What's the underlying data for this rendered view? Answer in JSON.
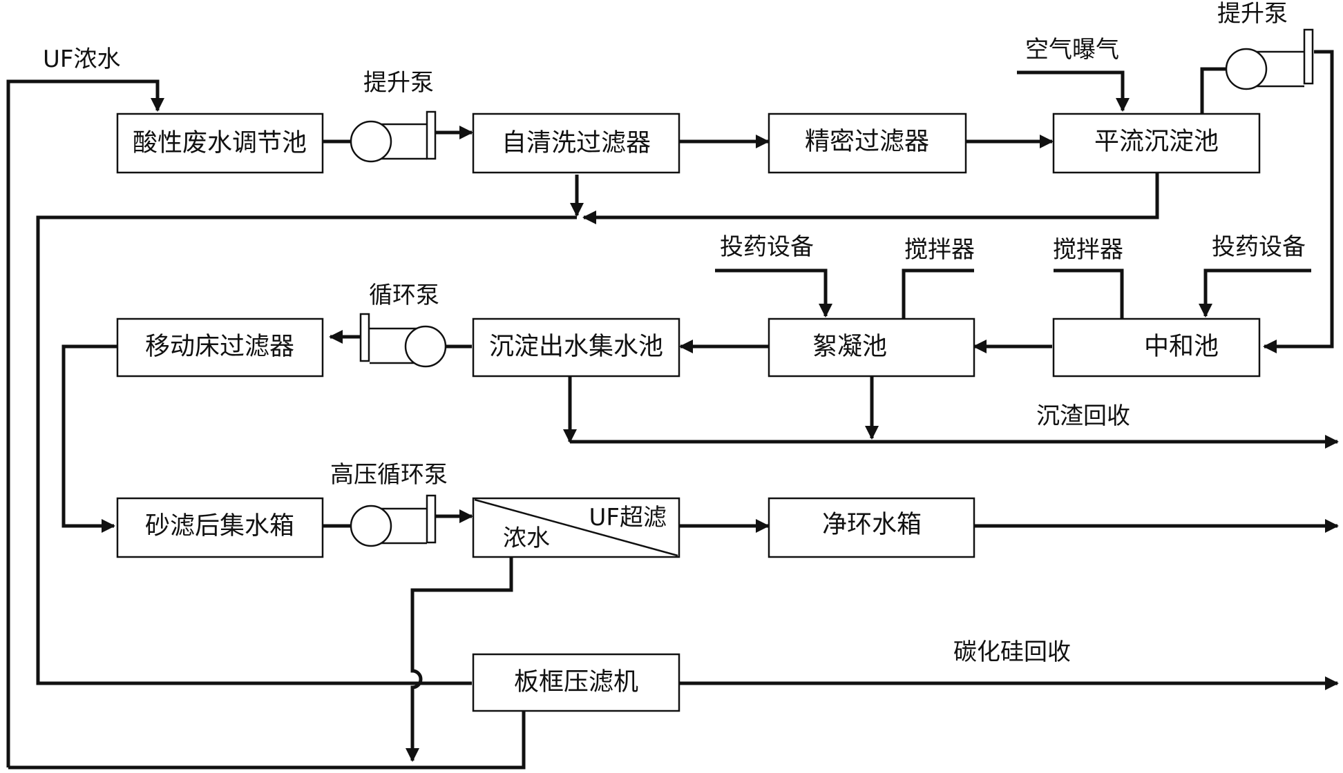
{
  "boxes": {
    "acid_tank": "酸性废水调节池",
    "self_clean_filter": "自清洗过滤器",
    "precision_filter": "精密过滤器",
    "sedimentation": "平流沉淀池",
    "neutralization": "中和池",
    "flocculation": "絮凝池",
    "settled_water_tank": "沉淀出水集水池",
    "moving_bed_filter": "移动床过滤器",
    "sand_filter_tank": "砂滤后集水箱",
    "uf_unit": "UF超滤",
    "uf_concentrate": "浓水",
    "clean_tank": "净环水箱",
    "filter_press": "板框压滤机"
  },
  "labels": {
    "uf_concentrate_return": "UF浓水",
    "lift_pump_1": "提升泵",
    "lift_pump_2": "提升泵",
    "air_aeration": "空气曝气",
    "dosing_1": "投药设备",
    "mixer_1": "搅拌器",
    "mixer_2": "搅拌器",
    "dosing_2": "投药设备",
    "circulation_pump": "循环泵",
    "sludge_recovery": "沉渣回收",
    "hp_circulation_pump": "高压循环泵",
    "sic_recovery": "碳化硅回收"
  }
}
